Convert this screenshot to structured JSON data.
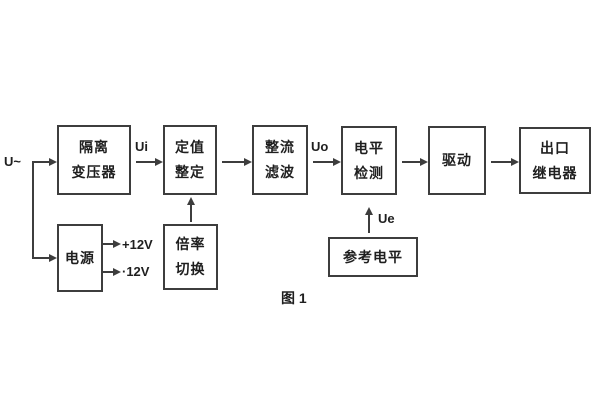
{
  "figure": {
    "caption": "图 1"
  },
  "labels": {
    "input_voltage": "U~",
    "ui": "Ui",
    "uo": "Uo",
    "ue": "Ue",
    "plus_12v": "+12V",
    "minus_12v": "·12V"
  },
  "blocks": {
    "isolation_transformer": {
      "line1": "隔离",
      "line2": "变压器"
    },
    "setting_adjust": {
      "line1": "定值",
      "line2": "整定"
    },
    "rectifier_filter": {
      "line1": "整流",
      "line2": "滤波"
    },
    "level_detector": {
      "line1": "电平",
      "line2": "检测"
    },
    "driver": {
      "line1": "驱动"
    },
    "output_relay": {
      "line1": "出口",
      "line2": "继电器"
    },
    "power_supply": {
      "line1": "电源"
    },
    "ratio_switch": {
      "line1": "倍率",
      "line2": "切换"
    },
    "reference_level": {
      "line1": "参考电平"
    }
  },
  "colors": {
    "background": "#ffffff",
    "line": "#3d3d3d",
    "text": "#1f1f1f"
  }
}
